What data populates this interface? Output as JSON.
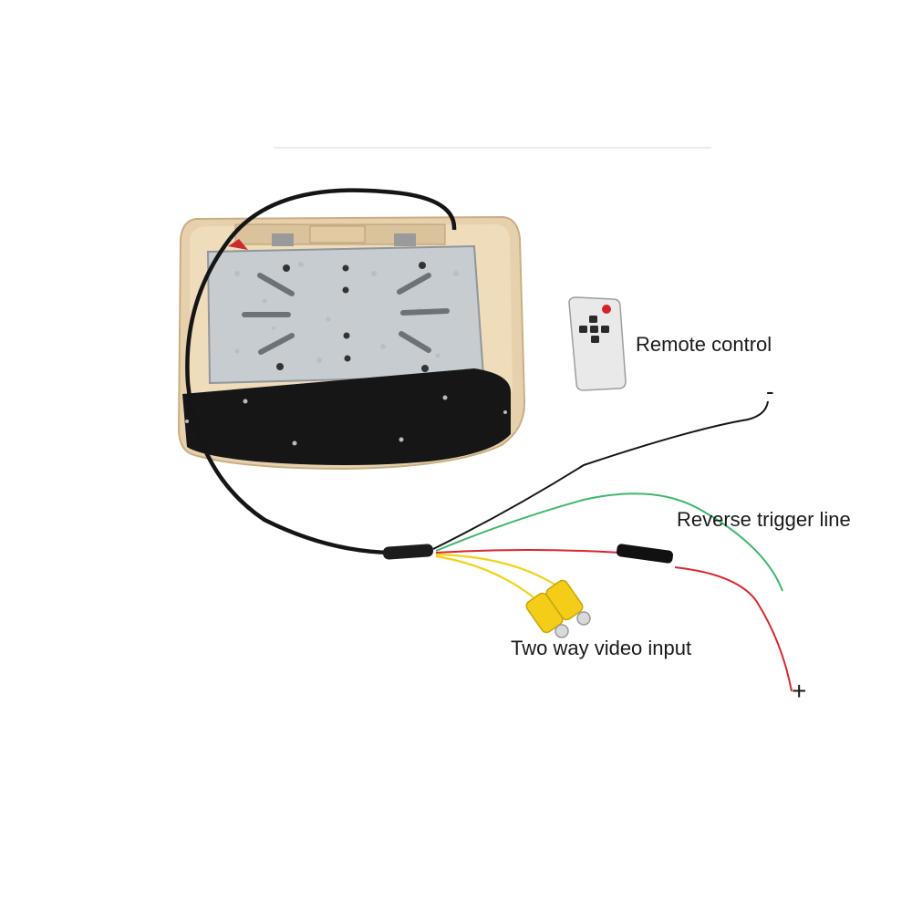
{
  "labels": {
    "remote_control": "Remote control",
    "reverse_trigger_line": "Reverse trigger line",
    "two_way_video_input": "Two way video input",
    "negative_terminal": "-",
    "positive_terminal": "+"
  },
  "colors": {
    "housing_beige": "#e7d1ad",
    "plate_metal": "#c7ccd0",
    "felt_black": "#161616",
    "wire_black": "#151515",
    "wire_green": "#3db86a",
    "wire_red": "#d9262c",
    "wire_yellow": "#f2d21b",
    "rca_yellow": "#f3cd18",
    "remote_body": "#e9e9e9",
    "remote_red_button": "#d3232a"
  }
}
